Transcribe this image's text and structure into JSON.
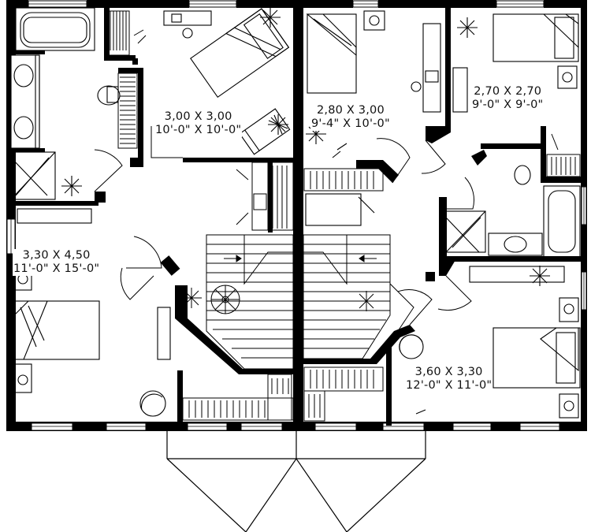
{
  "floor_plan": {
    "colors": {
      "ink": "#000000",
      "paper": "#ffffff"
    },
    "rooms": [
      {
        "id": "bedroom-upper-left",
        "metric": "3,00 X 3,00",
        "imperial": "10'-0\" X 10'-0\""
      },
      {
        "id": "bedroom-upper-mid",
        "metric": "2,80 X 3,00",
        "imperial": "9'-4\" X 10'-0\""
      },
      {
        "id": "bedroom-upper-right",
        "metric": "2,70 X 2,70",
        "imperial": "9'-0\" X 9'-0\""
      },
      {
        "id": "bedroom-lower-left",
        "metric": "3,30 X 4,50",
        "imperial": "11'-0\" X 15'-0\""
      },
      {
        "id": "bedroom-lower-right",
        "metric": "3,60 X 3,30",
        "imperial": "12'-0\" X 11'-0\""
      }
    ],
    "icons": [
      "bed-icon",
      "bathtub-icon",
      "toilet-icon",
      "sink-icon",
      "shower-icon",
      "desk-icon",
      "chair-icon",
      "plant-icon",
      "spiral-stair-icon",
      "closet-icon"
    ]
  }
}
